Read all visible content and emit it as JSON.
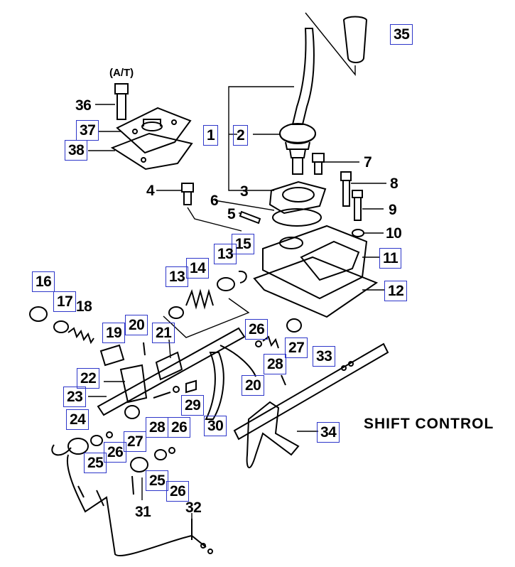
{
  "title": "SHIFT CONTROL",
  "at_note": "(A/T)",
  "labels": [
    {
      "id": "35",
      "text": "35",
      "boxed": true
    },
    {
      "id": "1",
      "text": "1",
      "boxed": true
    },
    {
      "id": "2",
      "text": "2",
      "boxed": true
    },
    {
      "id": "36",
      "text": "36",
      "boxed": false
    },
    {
      "id": "37",
      "text": "37",
      "boxed": true
    },
    {
      "id": "38",
      "text": "38",
      "boxed": true
    },
    {
      "id": "7",
      "text": "7",
      "boxed": false
    },
    {
      "id": "8",
      "text": "8",
      "boxed": false
    },
    {
      "id": "4",
      "text": "4",
      "boxed": false
    },
    {
      "id": "3",
      "text": "3",
      "boxed": false
    },
    {
      "id": "6",
      "text": "6",
      "boxed": false
    },
    {
      "id": "9",
      "text": "9",
      "boxed": false
    },
    {
      "id": "5",
      "text": "5",
      "boxed": false
    },
    {
      "id": "10",
      "text": "10",
      "boxed": false
    },
    {
      "id": "15",
      "text": "15",
      "boxed": true
    },
    {
      "id": "13a",
      "text": "13",
      "boxed": true
    },
    {
      "id": "11",
      "text": "11",
      "boxed": true
    },
    {
      "id": "13b",
      "text": "13",
      "boxed": true
    },
    {
      "id": "14",
      "text": "14",
      "boxed": true
    },
    {
      "id": "12",
      "text": "12",
      "boxed": true
    },
    {
      "id": "16",
      "text": "16",
      "boxed": true
    },
    {
      "id": "17",
      "text": "17",
      "boxed": true
    },
    {
      "id": "18",
      "text": "18",
      "boxed": false
    },
    {
      "id": "20a",
      "text": "20",
      "boxed": true
    },
    {
      "id": "19",
      "text": "19",
      "boxed": true
    },
    {
      "id": "21",
      "text": "21",
      "boxed": true
    },
    {
      "id": "26a",
      "text": "26",
      "boxed": true
    },
    {
      "id": "27a",
      "text": "27",
      "boxed": true
    },
    {
      "id": "33",
      "text": "33",
      "boxed": true
    },
    {
      "id": "28a",
      "text": "28",
      "boxed": true
    },
    {
      "id": "22",
      "text": "22",
      "boxed": true
    },
    {
      "id": "20b",
      "text": "20",
      "boxed": true
    },
    {
      "id": "23",
      "text": "23",
      "boxed": true
    },
    {
      "id": "29",
      "text": "29",
      "boxed": true
    },
    {
      "id": "24",
      "text": "24",
      "boxed": true
    },
    {
      "id": "28b",
      "text": "28",
      "boxed": true
    },
    {
      "id": "26b",
      "text": "26",
      "boxed": true
    },
    {
      "id": "30",
      "text": "30",
      "boxed": true
    },
    {
      "id": "34",
      "text": "34",
      "boxed": true
    },
    {
      "id": "27b",
      "text": "27",
      "boxed": true
    },
    {
      "id": "26c",
      "text": "26",
      "boxed": true
    },
    {
      "id": "25a",
      "text": "25",
      "boxed": true
    },
    {
      "id": "25b",
      "text": "25",
      "boxed": true
    },
    {
      "id": "26d",
      "text": "26",
      "boxed": true
    },
    {
      "id": "31",
      "text": "31",
      "boxed": false
    },
    {
      "id": "32",
      "text": "32",
      "boxed": false
    }
  ]
}
